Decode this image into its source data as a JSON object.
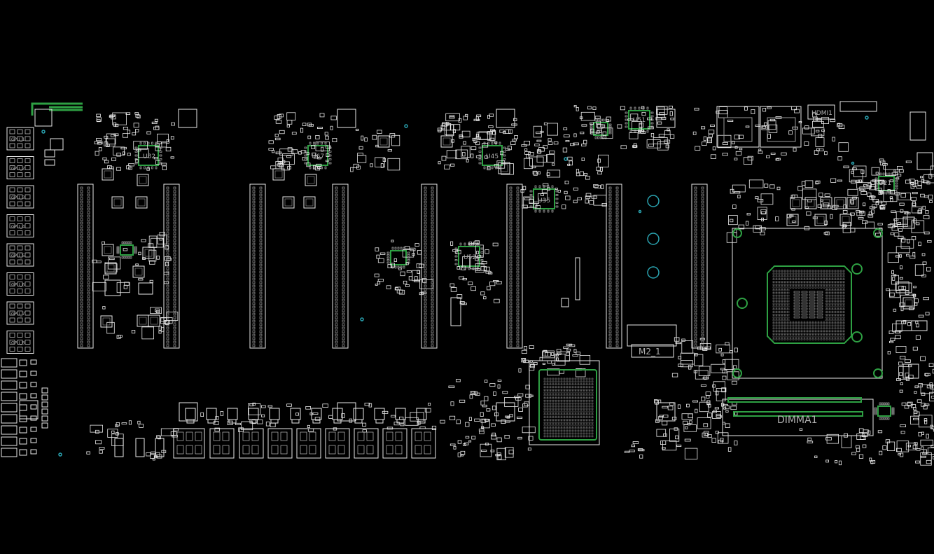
{
  "colors": {
    "background": "#000000",
    "silkscreen": "#e8e8e8",
    "copper": "#2ea043",
    "via": "#2aa3b0",
    "label": "#b0b0b0"
  },
  "labels": {
    "u82": "U82",
    "u67": "U67",
    "u45": "U45",
    "u35": "U35",
    "u52": "U52",
    "u51": "U51",
    "u21": "U21",
    "m2": "M2_1",
    "dimm": "DIMMA1",
    "hdmi": "HDMI1",
    "gpu_side": [
      "GPU_1",
      "GPU_2",
      "GPU_3",
      "GPU_4",
      "GPU_5",
      "GPU_6",
      "GPU_7",
      "GPU_8"
    ]
  }
}
